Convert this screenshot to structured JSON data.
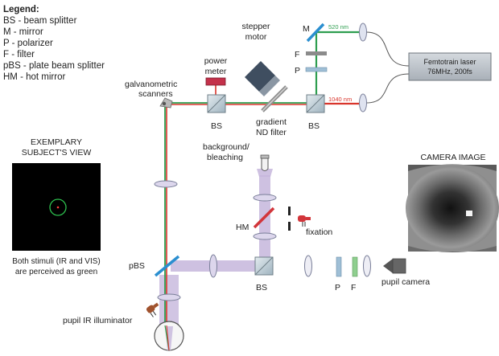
{
  "legend": {
    "title": "Legend:",
    "items": [
      "BS - beam splitter",
      "M - mirror",
      "P - polarizer",
      "F - filter",
      "pBS - plate beam splitter",
      "HM - hot mirror"
    ]
  },
  "laser": {
    "name": "Femtotrain laser",
    "spec": "76MHz, 200fs",
    "wavelength_green": "520 nm",
    "wavelength_red": "1040 nm"
  },
  "labels": {
    "mirror": "M",
    "filter": "F",
    "polarizer": "P",
    "beam_splitter": "BS",
    "power_meter_line1": "power",
    "power_meter_line2": "meter",
    "stepper_line1": "stepper",
    "stepper_line2": "motor",
    "galvo_line1": "galvanometric",
    "galvo_line2": "scanners",
    "nd_filter_line1": "gradient",
    "nd_filter_line2": "ND filter",
    "background_line1": "background/",
    "background_line2": "bleaching",
    "hot_mirror": "HM",
    "fixation": "fixation",
    "plate_beam_splitter": "pBS",
    "pupil_camera": "pupil camera",
    "pupil_illuminator": "pupil IR illuminator"
  },
  "subject_view": {
    "title_line1": "EXEMPLARY",
    "title_line2": "SUBJECT'S VIEW",
    "caption_line1": "Both stimuli (IR and VIS)",
    "caption_line2": "are perceived as green"
  },
  "camera_image": {
    "title": "CAMERA IMAGE"
  },
  "colors": {
    "green_beam": "#2e9e4f",
    "red_beam": "#d9342b",
    "visible_light": "#c6b6dc",
    "mirror_blue": "#2b8fd0",
    "laser_box": "#bfc5cc"
  }
}
